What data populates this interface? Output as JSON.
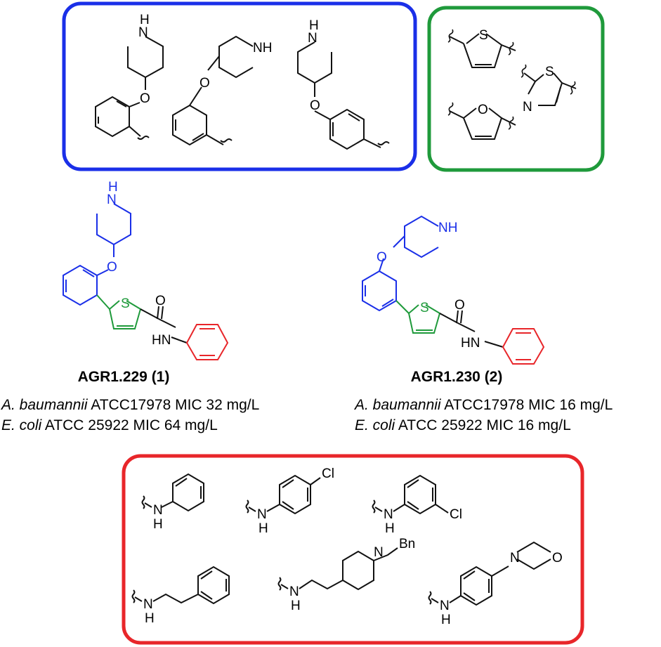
{
  "atoms": {
    "N": "N",
    "H": "H",
    "NH": "NH",
    "HN": "HN",
    "O": "O",
    "S": "S",
    "Cl": "Cl",
    "Bn": "Bn"
  },
  "compounds": [
    {
      "label": "AGR1.229 (1)",
      "activity": [
        {
          "organism": "A. baumannii",
          "text": " ATCC17978 MIC 32 mg/L"
        },
        {
          "organism": "E. coli",
          "text": " ATCC 25922 MIC 64 mg/L"
        }
      ]
    },
    {
      "label": "AGR1.230 (2)",
      "activity": [
        {
          "organism": "A. baumannii",
          "text": " ATCC17978 MIC 16 mg/L"
        },
        {
          "organism": "E. coli",
          "text": " ATCC 25922 MIC 16 mg/L"
        }
      ]
    }
  ],
  "colors": {
    "piperidinyloxyphenyl": "#1a2fe8",
    "heteroaryl_core": "#1f9a3b",
    "amine": "#e8262a",
    "bond": "#111111"
  },
  "boxes": [
    "piperidinyloxyphenyl-variants",
    "heteroaryl-core-variants",
    "amine-variants"
  ]
}
